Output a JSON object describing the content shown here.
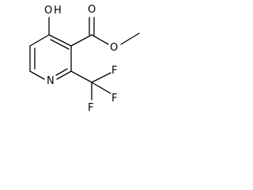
{
  "molecule": {
    "atoms": {
      "hydroxyl_oxygen": "O",
      "hydroxyl_hydrogen": "H",
      "ring_nitrogen": "N",
      "carbonyl_oxygen": "O",
      "ester_oxygen": "O",
      "fluorine_1": "F",
      "fluorine_2": "F",
      "fluorine_3": "F"
    },
    "bond_color": "#000000",
    "label_color": "#000000"
  }
}
